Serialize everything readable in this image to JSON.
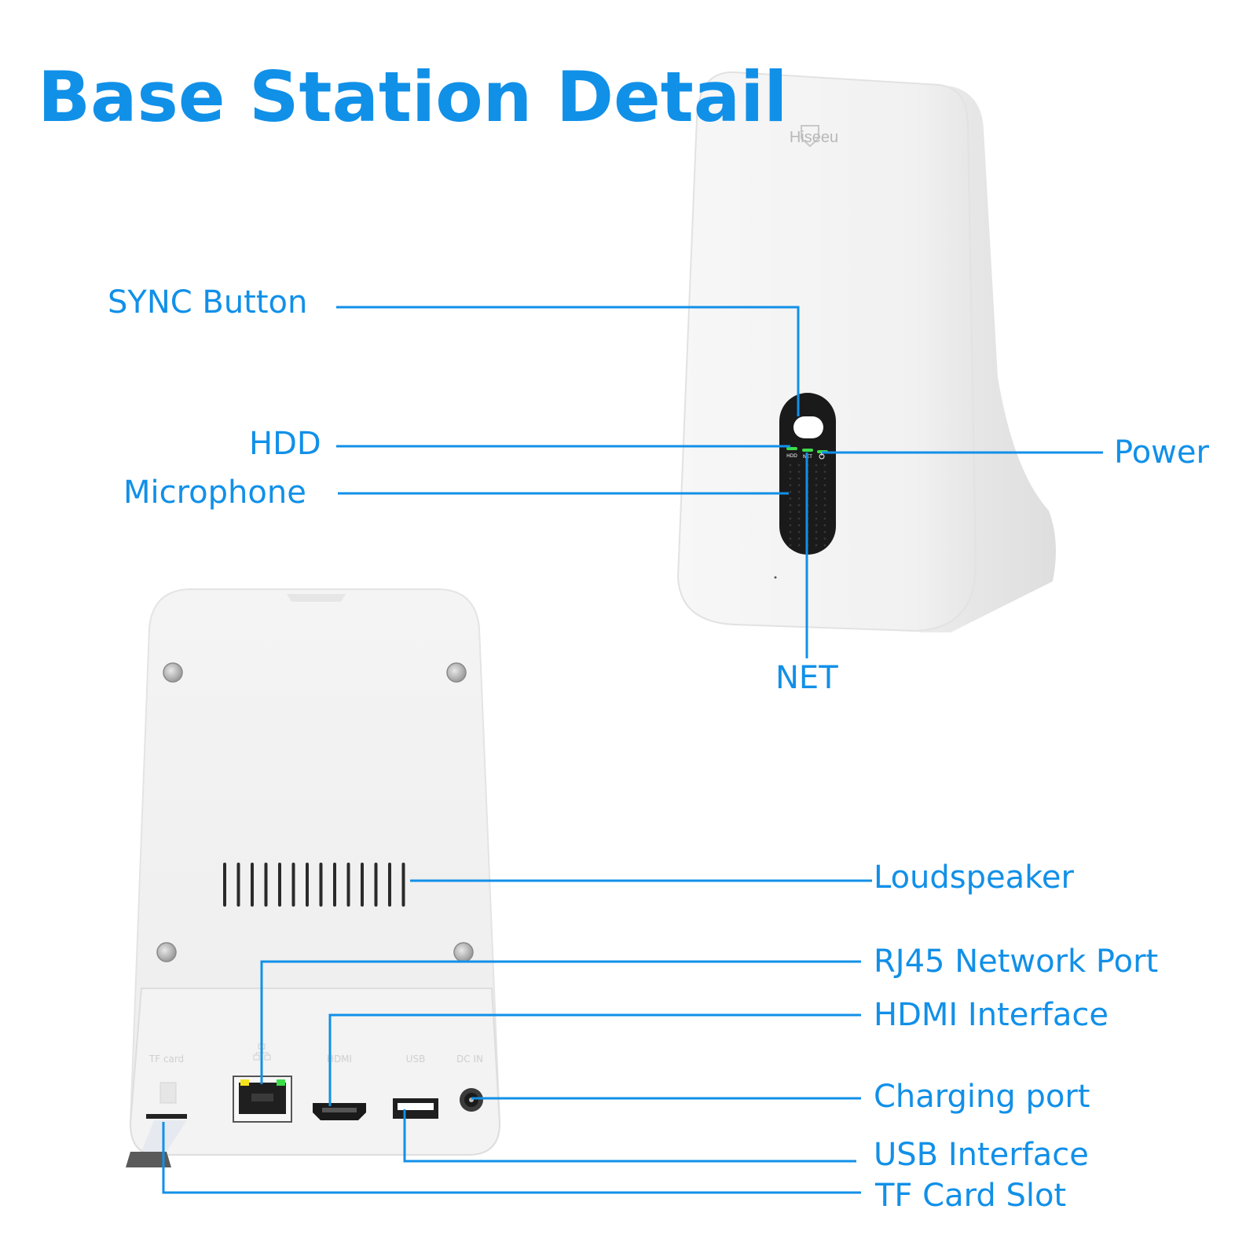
{
  "title": "Base Station Detail",
  "brand": "Hiseeu",
  "callouts": {
    "sync_button": "SYNC Button",
    "hdd": "HDD",
    "microphone": "Microphone",
    "power": "Power",
    "net": "NET",
    "loudspeaker": "Loudspeaker",
    "rj45": "RJ45 Network Port",
    "hdmi": "HDMI Interface",
    "charging": "Charging port",
    "usb": "USB Interface",
    "tf": "TF Card Slot"
  },
  "panel_marks": {
    "led_hdd": "HDD",
    "led_net": "NET",
    "port_tf": "TF card",
    "port_hdmi": "HDMI",
    "port_usb": "USB",
    "port_dc": "DC IN"
  },
  "colors": {
    "accent": "#1190e8",
    "body": "#f4f4f4",
    "panel": "#1a1a1a",
    "led": "#3ddc4a"
  }
}
